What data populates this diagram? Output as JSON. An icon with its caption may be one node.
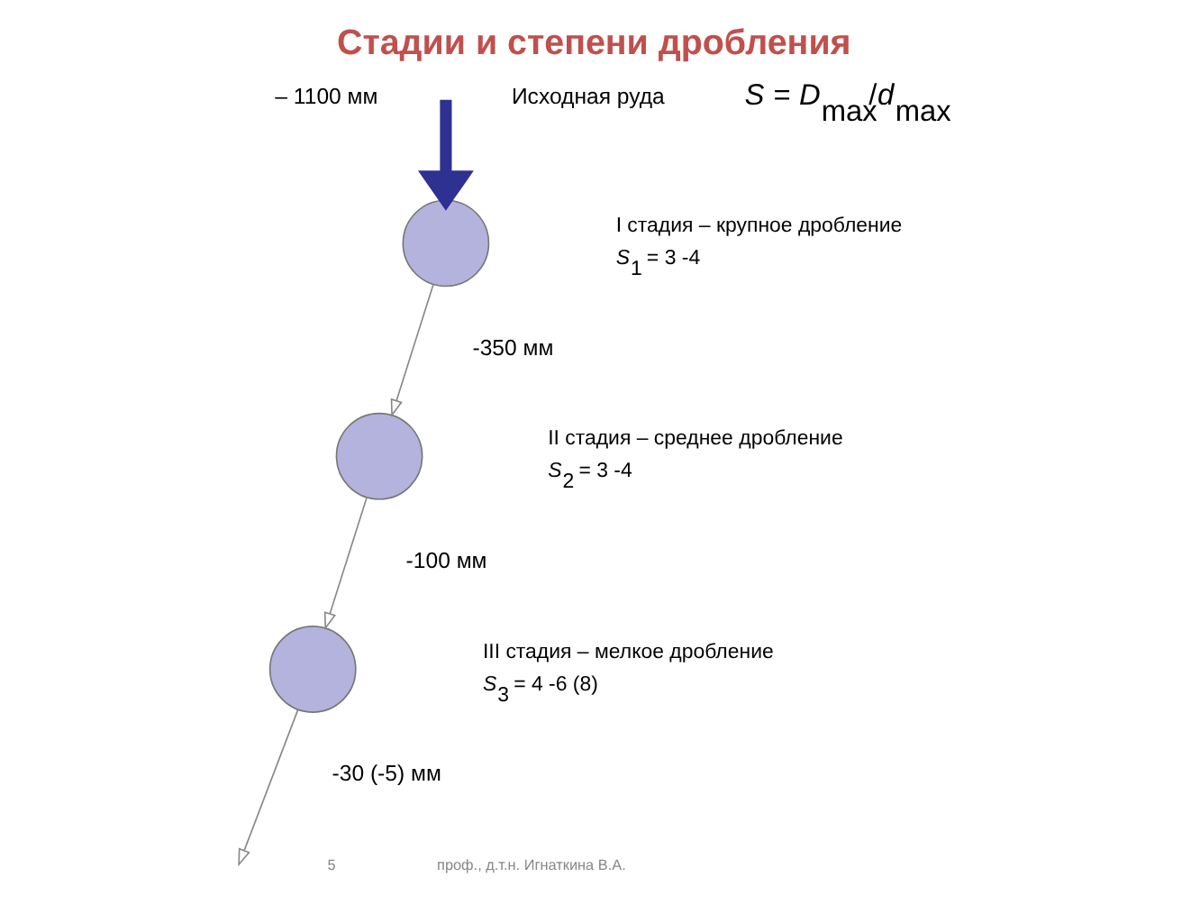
{
  "diagram": {
    "title": "Стадии и степени дробления",
    "nodes": [
      {
        "text": [],
        "shape": "circle",
        "beside": [
          "I стадия – крупное дробление",
          "*S*$_{1}$ = 3 -4"
        ]
      },
      {
        "text": [],
        "shape": "circle",
        "beside": [
          "II стадия – среднее дробление",
          "*S*$_{2}$ = 3 -4"
        ]
      },
      {
        "text": [],
        "shape": "circle",
        "beside": [
          "III стадия – мелкое дробление",
          "*S*$_{3}$ = 4 -6 (8)"
        ]
      }
    ],
    "edges": [
      {
        "from": null,
        "to": 0,
        "arrow": "to",
        "style": "thick",
        "color": "#2e3192"
      },
      {
        "from": 0,
        "to": 1,
        "arrow": "to"
      },
      {
        "from": 1,
        "to": 2,
        "arrow": "to"
      },
      {
        "from": 2,
        "to": null,
        "arrow": "to"
      }
    ],
    "labels": [
      "– 1100 мм",
      "Исходная руда",
      "*S* = *D*$_{max}$/*d*$_{max}$",
      "-350 мм",
      "-100 мм",
      "-30 (-5) мм",
      "проф., д.т.н. Игнаткина В.А.",
      "5"
    ]
  }
}
